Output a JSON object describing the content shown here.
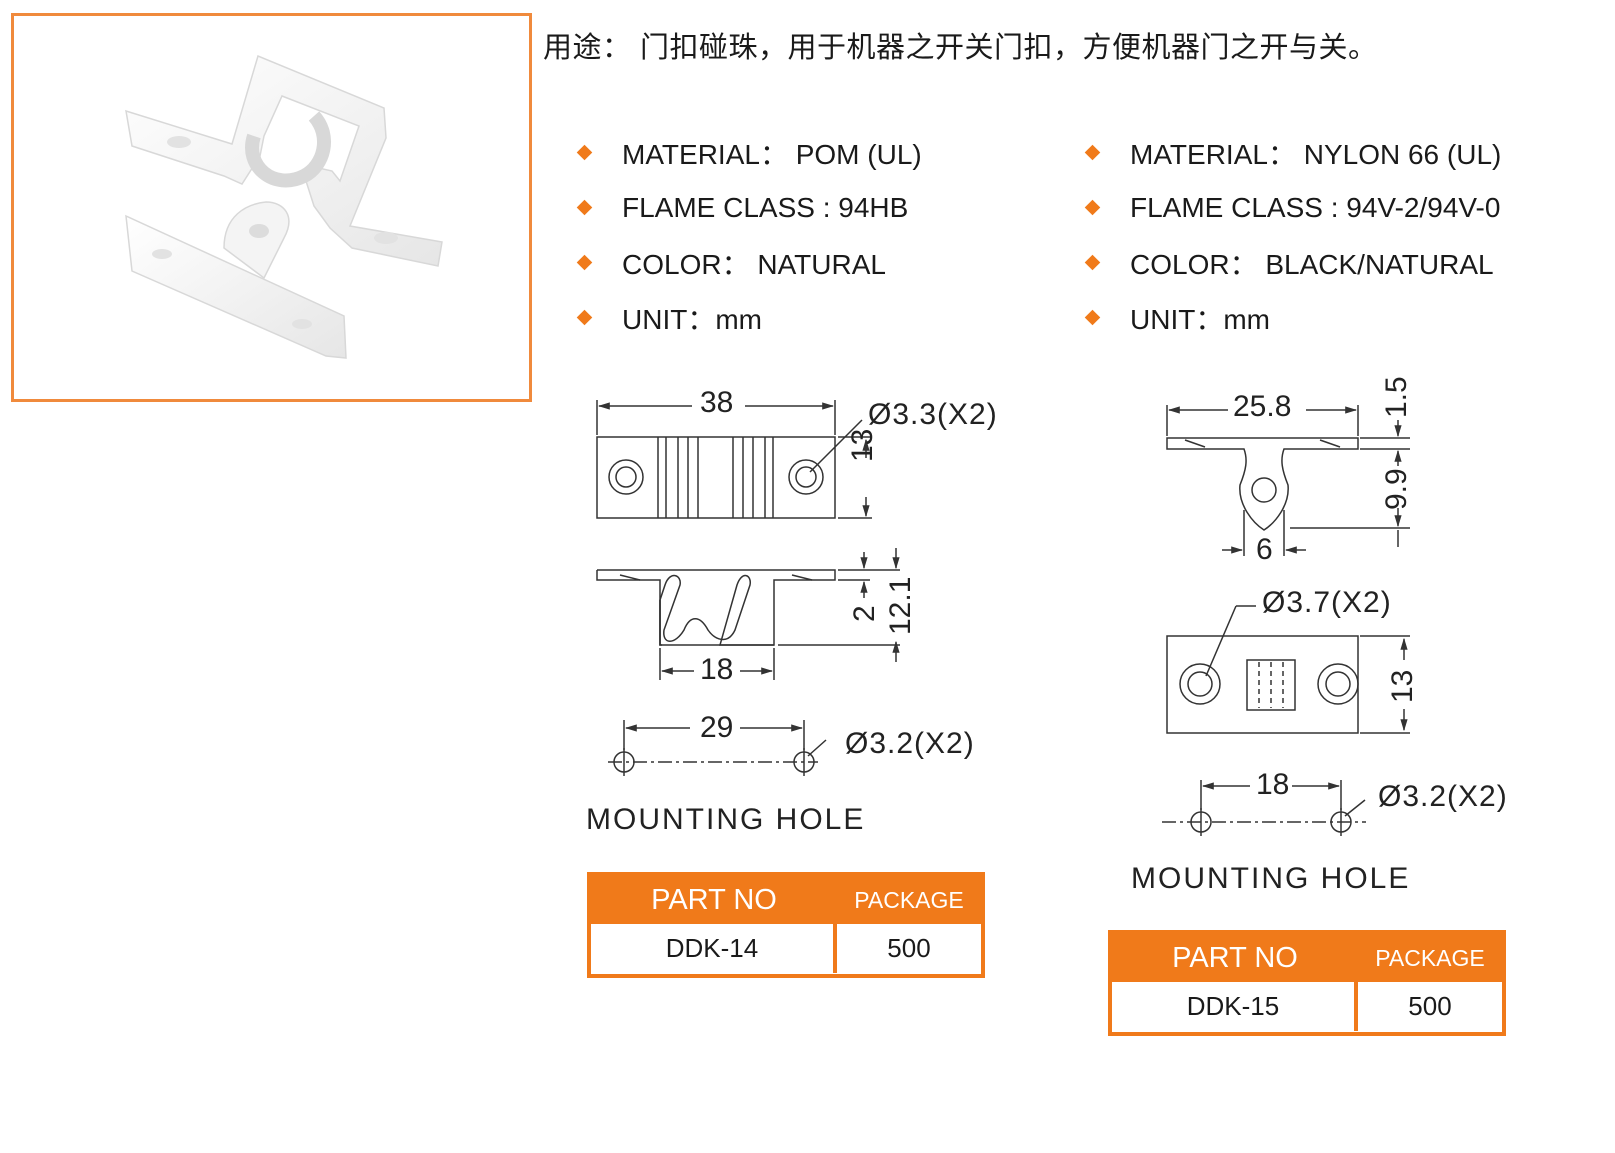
{
  "usage_text": "用途： 门扣碰珠，用于机器之开关门扣，方便机器门之开与关。",
  "colors": {
    "accent": "#f07a1a",
    "frame": "#f08a3c",
    "line": "#333333"
  },
  "left_product": {
    "specs": [
      "MATERIAL： POM (UL)",
      "FLAME CLASS : 94HB",
      "COLOR： NATURAL",
      "UNIT：mm"
    ],
    "dims": {
      "length": "38",
      "hole": "Ø3.3(X2)",
      "width": "13",
      "thickness": "2",
      "height": "12.1",
      "inner": "18",
      "mount_spacing": "29",
      "mount_hole": "Ø3.2(X2)"
    },
    "mounting_label": "MOUNTING HOLE",
    "table": {
      "part_header": "PART NO",
      "package_header": "PACKAGE",
      "part_no": "DDK-14",
      "package": "500"
    }
  },
  "right_product": {
    "specs": [
      "MATERIAL： NYLON 66 (UL)",
      "FLAME CLASS : 94V-2/94V-0",
      "COLOR： BLACK/NATURAL",
      "UNIT：mm"
    ],
    "dims": {
      "length": "25.8",
      "thickness": "1.5",
      "height": "9.9",
      "tab": "6",
      "hole": "Ø3.7(X2)",
      "width": "13",
      "mount_spacing": "18",
      "mount_hole": "Ø3.2(X2)"
    },
    "mounting_label": "MOUNTING HOLE",
    "table": {
      "part_header": "PART NO",
      "package_header": "PACKAGE",
      "part_no": "DDK-15",
      "package": "500"
    }
  }
}
